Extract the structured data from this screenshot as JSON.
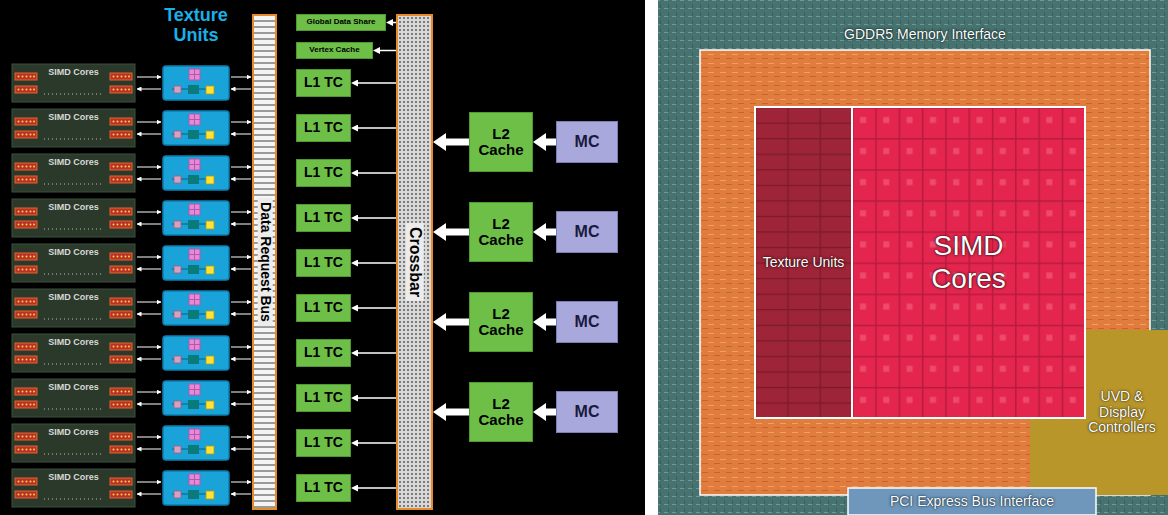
{
  "diagram": {
    "nodes": [
      {
        "text": [
          "SIMD Cores"
        ]
      },
      {
        "text": [
          "SIMD Cores"
        ]
      },
      {
        "text": [
          "SIMD Cores"
        ]
      },
      {
        "text": [
          "SIMD Cores"
        ]
      },
      {
        "text": [
          "SIMD Cores"
        ]
      },
      {
        "text": [
          "SIMD Cores"
        ]
      },
      {
        "text": [
          "SIMD Cores"
        ]
      },
      {
        "text": [
          "SIMD Cores"
        ]
      },
      {
        "text": [
          "SIMD Cores"
        ]
      },
      {
        "text": [
          "SIMD Cores"
        ]
      },
      {
        "text": [
          "Data Request Bus"
        ]
      },
      {
        "text": [
          "Global Data Share"
        ]
      },
      {
        "text": [
          "Vertex Cache"
        ]
      },
      {
        "text": [
          "L1 TC"
        ]
      },
      {
        "text": [
          "L1 TC"
        ]
      },
      {
        "text": [
          "L1 TC"
        ]
      },
      {
        "text": [
          "L1 TC"
        ]
      },
      {
        "text": [
          "L1 TC"
        ]
      },
      {
        "text": [
          "L1 TC"
        ]
      },
      {
        "text": [
          "L1 TC"
        ]
      },
      {
        "text": [
          "L1 TC"
        ]
      },
      {
        "text": [
          "L1 TC"
        ]
      },
      {
        "text": [
          "L1 TC"
        ]
      },
      {
        "text": [
          "Crossbar"
        ]
      },
      {
        "text": [
          "L2 Cache"
        ]
      },
      {
        "text": [
          "L2 Cache"
        ]
      },
      {
        "text": [
          "L2 Cache"
        ]
      },
      {
        "text": [
          "L2 Cache"
        ]
      },
      {
        "text": [
          "MC"
        ]
      },
      {
        "text": [
          "MC"
        ]
      },
      {
        "text": [
          "MC"
        ]
      },
      {
        "text": [
          "MC"
        ]
      },
      {
        "text": [
          "GDDR5 Memory Interface"
        ]
      },
      {
        "text": [
          "Texture Units"
        ]
      },
      {
        "text": [
          "SIMD Cores"
        ]
      },
      {
        "text": [
          "UVD & Display Controllers"
        ]
      },
      {
        "text": [
          "PCI Express Bus Interface"
        ]
      }
    ],
    "edges": [
      {
        "from": 23,
        "to": 11,
        "arrow": "to"
      },
      {
        "from": 23,
        "to": 12,
        "arrow": "to"
      },
      {
        "from": 23,
        "to": 13,
        "arrow": "to"
      },
      {
        "from": 23,
        "to": 14,
        "arrow": "to"
      },
      {
        "from": 23,
        "to": 15,
        "arrow": "to"
      },
      {
        "from": 23,
        "to": 16,
        "arrow": "to"
      },
      {
        "from": 23,
        "to": 17,
        "arrow": "to"
      },
      {
        "from": 23,
        "to": 18,
        "arrow": "to"
      },
      {
        "from": 23,
        "to": 19,
        "arrow": "to"
      },
      {
        "from": 23,
        "to": 20,
        "arrow": "to"
      },
      {
        "from": 23,
        "to": 21,
        "arrow": "to"
      },
      {
        "from": 23,
        "to": 22,
        "arrow": "to"
      },
      {
        "from": 24,
        "to": 23,
        "arrow": "to"
      },
      {
        "from": 25,
        "to": 23,
        "arrow": "to"
      },
      {
        "from": 26,
        "to": 23,
        "arrow": "to"
      },
      {
        "from": 27,
        "to": 23,
        "arrow": "to"
      },
      {
        "from": 28,
        "to": 24,
        "arrow": "to"
      },
      {
        "from": 29,
        "to": 25,
        "arrow": "to"
      },
      {
        "from": 30,
        "to": 26,
        "arrow": "to"
      },
      {
        "from": 31,
        "to": 27,
        "arrow": "to"
      }
    ],
    "labels": [
      "Texture Units"
    ]
  }
}
